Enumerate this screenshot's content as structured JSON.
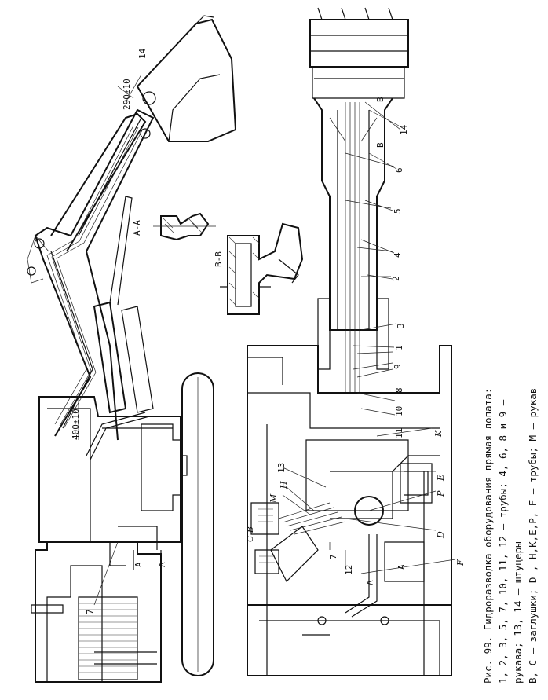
{
  "caption": {
    "line1": "Рис. 99. Гидроразводка оборудования прямая лопата:",
    "line2": "1, 2, 3, 5, 7, 10, 11, 12 – трубы; 4, 6, 8 и 9 –",
    "line3": "рукава; 13, 14 – штуцеры",
    "line4": "В, С – заглушки; D , Н,К,Е,Р, F – трубы; М – рукав"
  },
  "labels": {
    "n1": "1",
    "n2": "2",
    "n3": "3",
    "n4": "4",
    "n5": "5",
    "n6": "6",
    "n7a": "7",
    "n7b": "7",
    "n8": "8",
    "n9": "9",
    "n10": "10",
    "n11": "11",
    "n12": "12",
    "n13": "13",
    "n14a": "14",
    "n14b": "14",
    "K": "K",
    "E": "E",
    "P": "P",
    "D": "D",
    "F": "F",
    "M": "M",
    "H": "H",
    "CB": "C B",
    "A1": "A",
    "A2": "A",
    "A3": "A",
    "A4": "A",
    "AA": "A-A",
    "BB": "B-B",
    "B1": "B",
    "B2": "B",
    "dim1": "290±10",
    "dim2": "400±10"
  }
}
